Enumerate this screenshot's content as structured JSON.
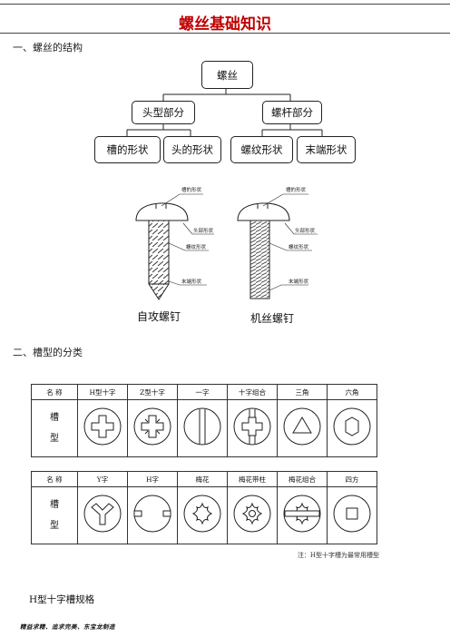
{
  "title": "螺丝基础知识",
  "section1": {
    "heading": "一、螺丝的结构"
  },
  "tree": {
    "root": "螺丝",
    "left": "头型部分",
    "right": "螺杆部分",
    "leaves": [
      "槽的形状",
      "头的形状",
      "螺纹形状",
      "末端形状"
    ]
  },
  "screws": {
    "labels": [
      "槽的形状",
      "头部形状",
      "螺纹形状",
      "末端形状"
    ],
    "captions": [
      "自攻螺钉",
      "机丝螺钉"
    ]
  },
  "section2": {
    "heading": "二、槽型的分类"
  },
  "table1": {
    "corner": "名  称",
    "headers": [
      "H型十字",
      "Z型十字",
      "一字",
      "十字组合",
      "三角",
      "六角"
    ],
    "row_label": [
      "槽",
      "型"
    ],
    "icons": [
      "h-cross-slot-icon",
      "z-cross-slot-icon",
      "single-slot-icon",
      "cross-combo-slot-icon",
      "triangle-slot-icon",
      "hexagon-slot-icon"
    ]
  },
  "table2": {
    "corner": "名  称",
    "headers": [
      "Y字",
      "H字",
      "梅花",
      "梅花带柱",
      "梅花组合",
      "四方"
    ],
    "row_label": [
      "槽",
      "型"
    ],
    "icons": [
      "y-slot-icon",
      "h-slot-icon",
      "torx-slot-icon",
      "torx-pin-slot-icon",
      "torx-combo-slot-icon",
      "square-slot-icon"
    ]
  },
  "note": "注：H型十字槽为最常用槽型",
  "spec_heading": "H型十字槽规格",
  "footer": "精益求精、追求完美、东宝龙制造"
}
